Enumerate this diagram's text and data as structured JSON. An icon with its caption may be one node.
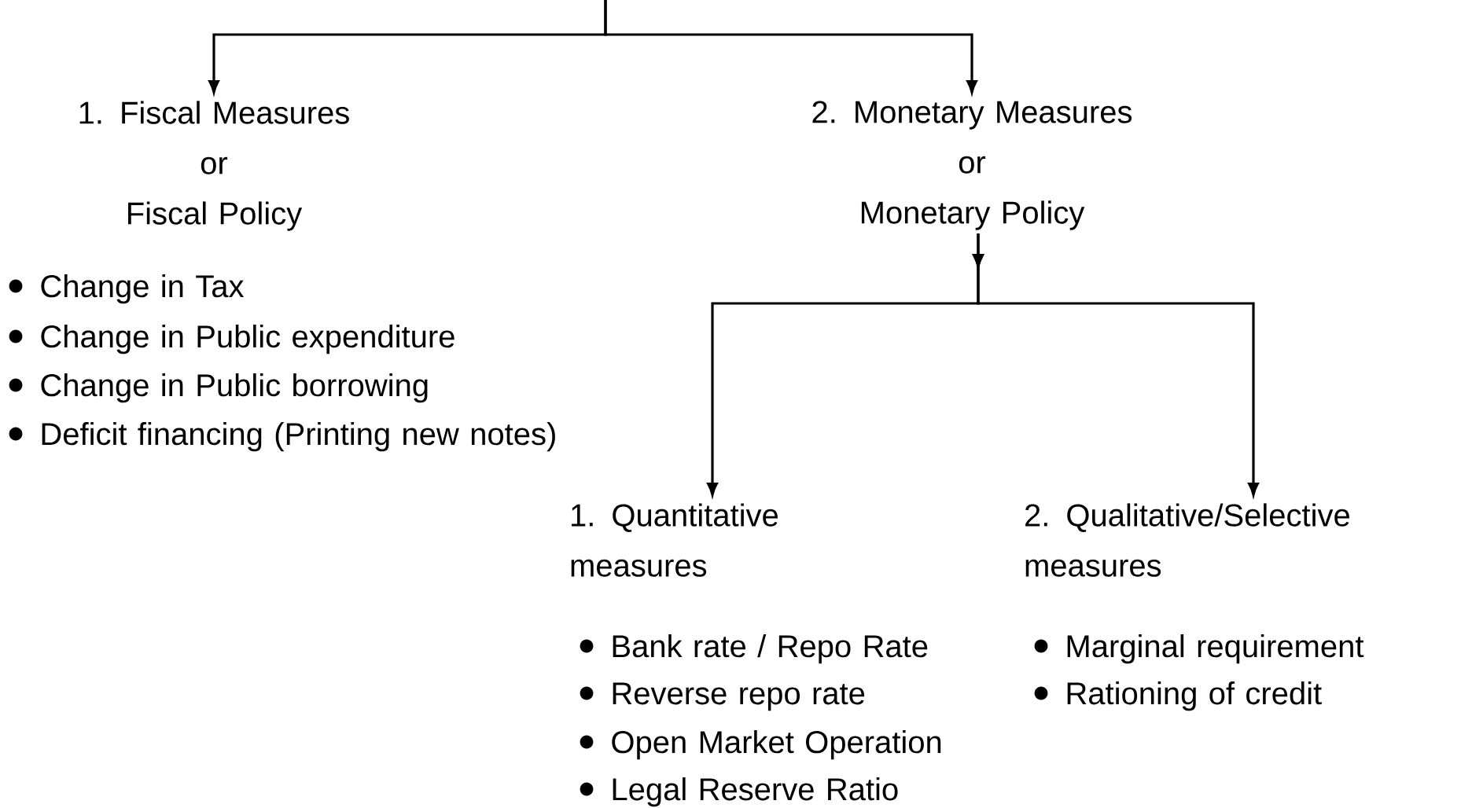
{
  "diagram": {
    "nodes": [
      {
        "text": [
          "1. Fiscal Measures",
          "or",
          "Fiscal Policy"
        ]
      },
      {
        "text": [
          "2. Monetary Measures",
          "or",
          "Monetary Policy"
        ]
      },
      {
        "text": [
          "1. Quantitative measures"
        ]
      },
      {
        "text": [
          "2. Qualitative/Selective measures"
        ]
      }
    ],
    "edges": [
      {
        "from": null,
        "to": 0,
        "arrow": "to"
      },
      {
        "from": null,
        "to": 1,
        "arrow": "to"
      },
      {
        "from": 1,
        "to": 2,
        "arrow": "to"
      },
      {
        "from": 1,
        "to": 3,
        "arrow": "to"
      }
    ],
    "labels": [
      "Change in Tax",
      "Change in Public expenditure",
      "Change in Public borrowing",
      "Deficit financing (Printing new notes)",
      "Bank rate / Repo Rate",
      "Reverse repo rate",
      "Open Market Operation",
      "Legal Reserve Ratio",
      "Marginal requirement",
      "Rationing of credit"
    ]
  }
}
